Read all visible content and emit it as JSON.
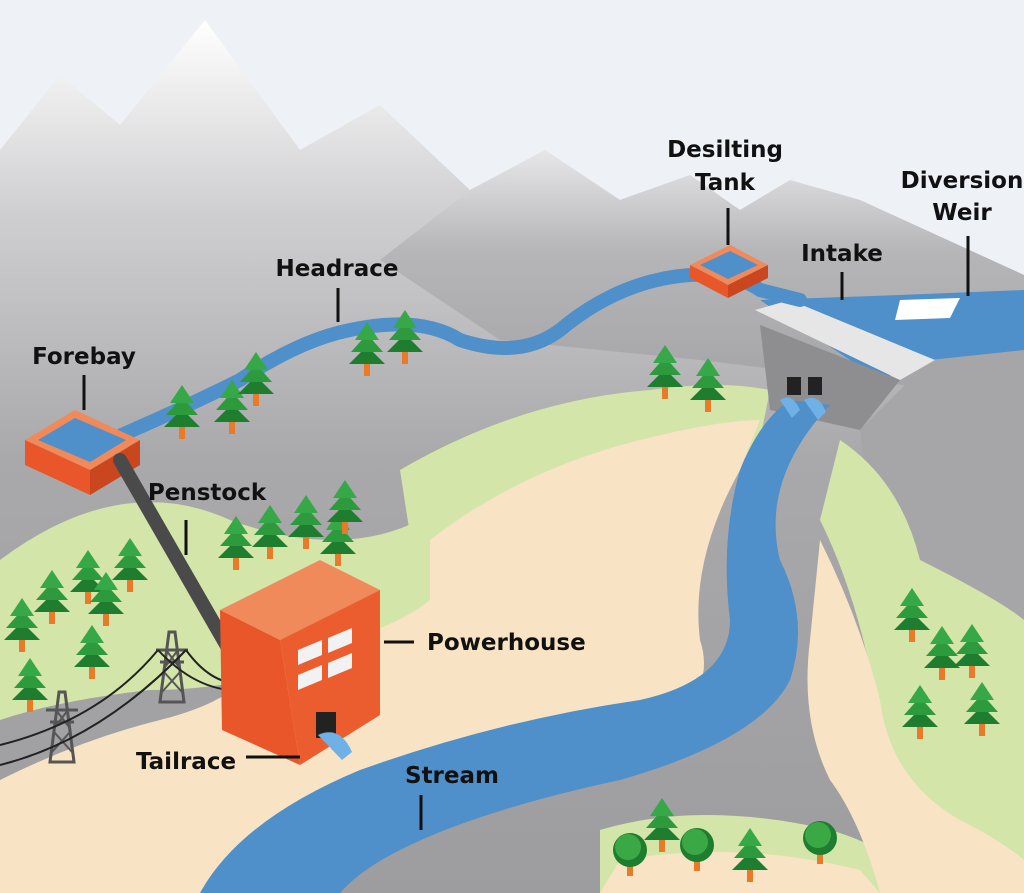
{
  "labels": {
    "forebay": "Forebay",
    "headrace": "Headrace",
    "desilting_tank": [
      "Desilting",
      "Tank"
    ],
    "diversion_weir": [
      "Diversion",
      "Weir"
    ],
    "intake": "Intake",
    "penstock": "Penstock",
    "powerhouse": "Powerhouse",
    "tailrace": "Tailrace",
    "stream": "Stream"
  },
  "colors": {
    "sky": "#eef1f6",
    "mountain": "#a9a9ab",
    "mountain_light": "#ffffff",
    "grass": "#d3e5a8",
    "sand": "#f8e4c4",
    "water": "#4f8fca",
    "building": "#e8562a",
    "building_top": "#f08a5a",
    "window": "#f2f2f2",
    "penstock_pipe": "#4a4a4a",
    "tree": "#2e9a3e",
    "tree_dark": "#1e7d2e",
    "trunk": "#e87a28",
    "tower": "#555555"
  }
}
